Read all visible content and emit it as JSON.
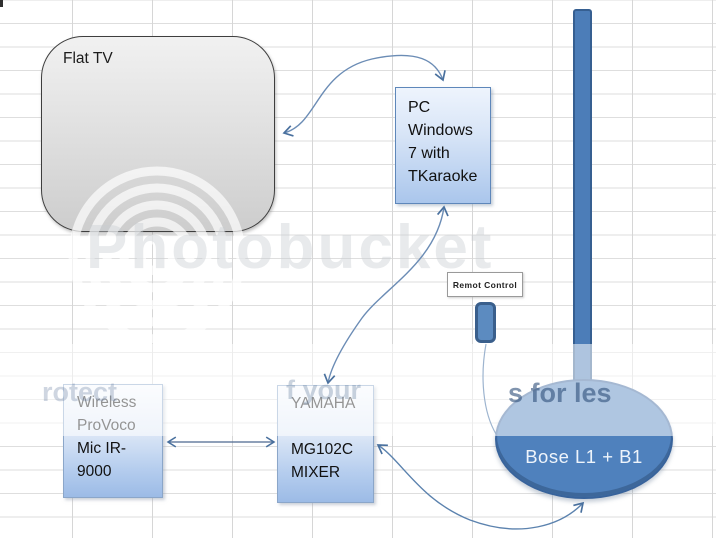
{
  "diagram": {
    "nodes": {
      "flat_tv": {
        "label": "Flat TV"
      },
      "pc": {
        "lines": [
          "PC",
          "Windows",
          "7 with",
          "TKaraoke"
        ]
      },
      "remote": {
        "label": "Remot Control"
      },
      "mic": {
        "lines": [
          "Wireless",
          "ProVoco",
          "Mic IR-",
          "9000"
        ]
      },
      "mixer": {
        "lines": [
          "YAMAHA",
          "",
          "MG102C",
          "MIXER"
        ]
      },
      "speaker": {
        "label": "Bose L1 + B1"
      }
    },
    "watermark": {
      "brand": "Photobucket",
      "fragments": [
        "rotect",
        "f your",
        "s for les"
      ]
    },
    "colors": {
      "accent_blue": "#4f81bd",
      "shape_border": "#365f91",
      "connector": "#6b8cb5",
      "grid_line": "#d6d6d6",
      "watermark_blue": "#32527c"
    }
  }
}
